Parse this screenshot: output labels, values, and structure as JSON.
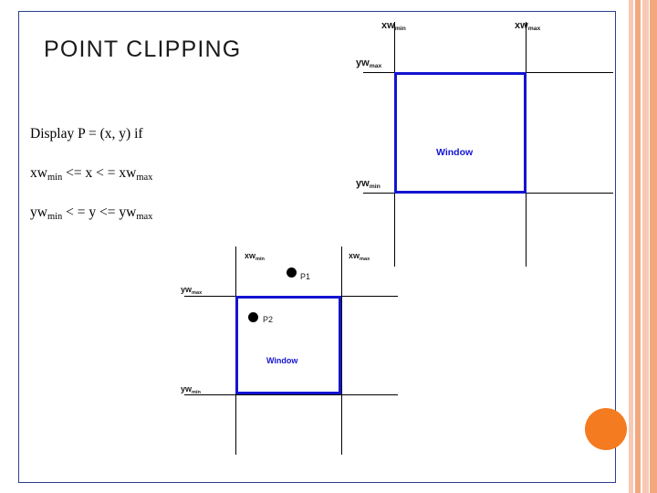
{
  "slide": {
    "title": "POINT CLIPPING",
    "body_lines": [
      {
        "text_before": "Display P = (x, y) if",
        "sub": "",
        "text_after": ""
      },
      {
        "text_before": "xw",
        "sub": "min",
        "text_after": " <= x  < =  xw",
        "sub2": "max"
      },
      {
        "text_before": "yw",
        "sub": "min",
        "text_after": " < = y <= yw",
        "sub2": "max"
      }
    ],
    "body_line_1": "Display P = (x, y) if",
    "accent_color": "#1414d2",
    "stripe_color_light": "#f7c9b4",
    "stripe_color_dark": "#f3a87e",
    "rule_color": "#2b3f8c",
    "dot_color": "#f47b20"
  },
  "figure_top": {
    "name": "point-clipping-window-diagram",
    "labels": {
      "xwmin": {
        "text": "xw",
        "sub": "min"
      },
      "xwmax": {
        "text": "xw",
        "sub": "max"
      },
      "ywmax": {
        "text": "yw",
        "sub": "max"
      },
      "ywmin": {
        "text": "yw",
        "sub": "min"
      },
      "window": "Window"
    }
  },
  "figure_bottom": {
    "name": "point-clipping-points-diagram",
    "labels": {
      "xwmin": {
        "text": "xw",
        "sub": "min"
      },
      "xwmax": {
        "text": "xw",
        "sub": "max"
      },
      "ywmax": {
        "text": "yw",
        "sub": "max"
      },
      "ywmin": {
        "text": "yw",
        "sub": "min"
      },
      "window": "Window"
    },
    "points": [
      {
        "id": "P1",
        "label": "P1"
      },
      {
        "id": "P2",
        "label": "P2"
      }
    ]
  }
}
